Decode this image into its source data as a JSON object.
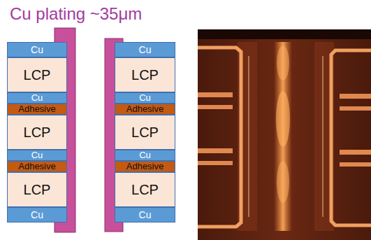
{
  "diagram": {
    "title": "Cu plating ~35μm",
    "nodes": [
      {
        "text": [
          "Cu"
        ]
      },
      {
        "text": [
          "LCP"
        ]
      },
      {
        "text": [
          "Cu"
        ]
      },
      {
        "text": [
          "Adhesive"
        ]
      },
      {
        "text": [
          "LCP"
        ]
      },
      {
        "text": [
          "Cu"
        ]
      },
      {
        "text": [
          "Adhesive"
        ]
      },
      {
        "text": [
          "LCP"
        ]
      },
      {
        "text": [
          "Cu"
        ]
      },
      {
        "text": [
          "Cu"
        ]
      },
      {
        "text": [
          "LCP"
        ]
      },
      {
        "text": [
          "Cu"
        ]
      },
      {
        "text": [
          "Adhesive"
        ]
      },
      {
        "text": [
          "LCP"
        ]
      },
      {
        "text": [
          "Cu"
        ]
      },
      {
        "text": [
          "Adhesive"
        ]
      },
      {
        "text": [
          "LCP"
        ]
      },
      {
        "text": [
          "Cu"
        ]
      }
    ]
  }
}
